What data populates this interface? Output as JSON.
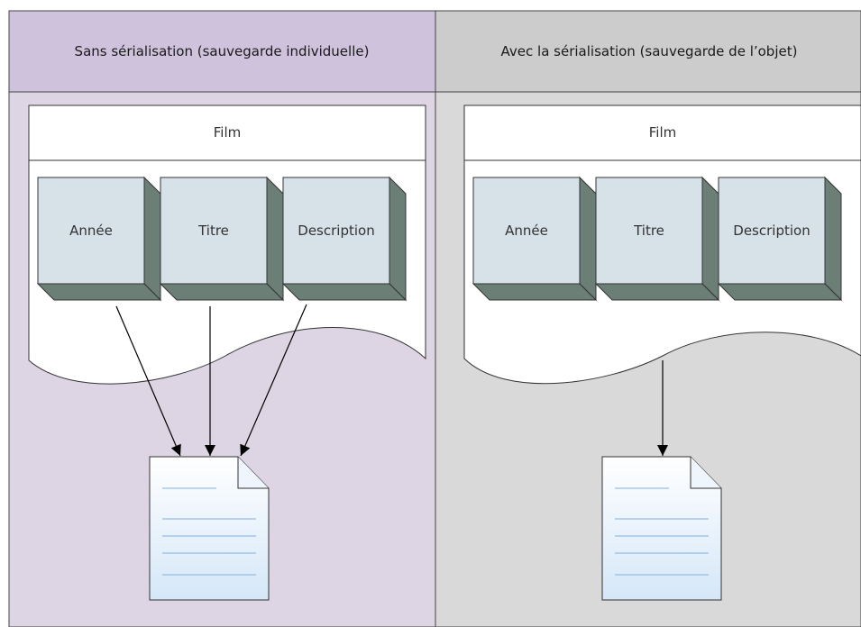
{
  "colors": {
    "left_panel": "#ddd5e4",
    "left_header": "#cfc2dc",
    "right_panel": "#d9d9d9",
    "right_header": "#cccccc",
    "box_face": "#d6e1e8",
    "box_side": "#6b7f77",
    "doc_fill": "#d5e7f8",
    "doc_line": "#7fb0e3"
  },
  "left": {
    "header": "Sans sérialisation (sauvegarde individuelle)",
    "container_title": "Film",
    "fields": [
      "Année",
      "Titre",
      "Description"
    ],
    "doc_icon": "document-icon"
  },
  "right": {
    "header": "Avec la sérialisation (sauvegarde de l’objet)",
    "container_title": "Film",
    "fields": [
      "Année",
      "Titre",
      "Description"
    ],
    "doc_icon": "document-icon"
  }
}
